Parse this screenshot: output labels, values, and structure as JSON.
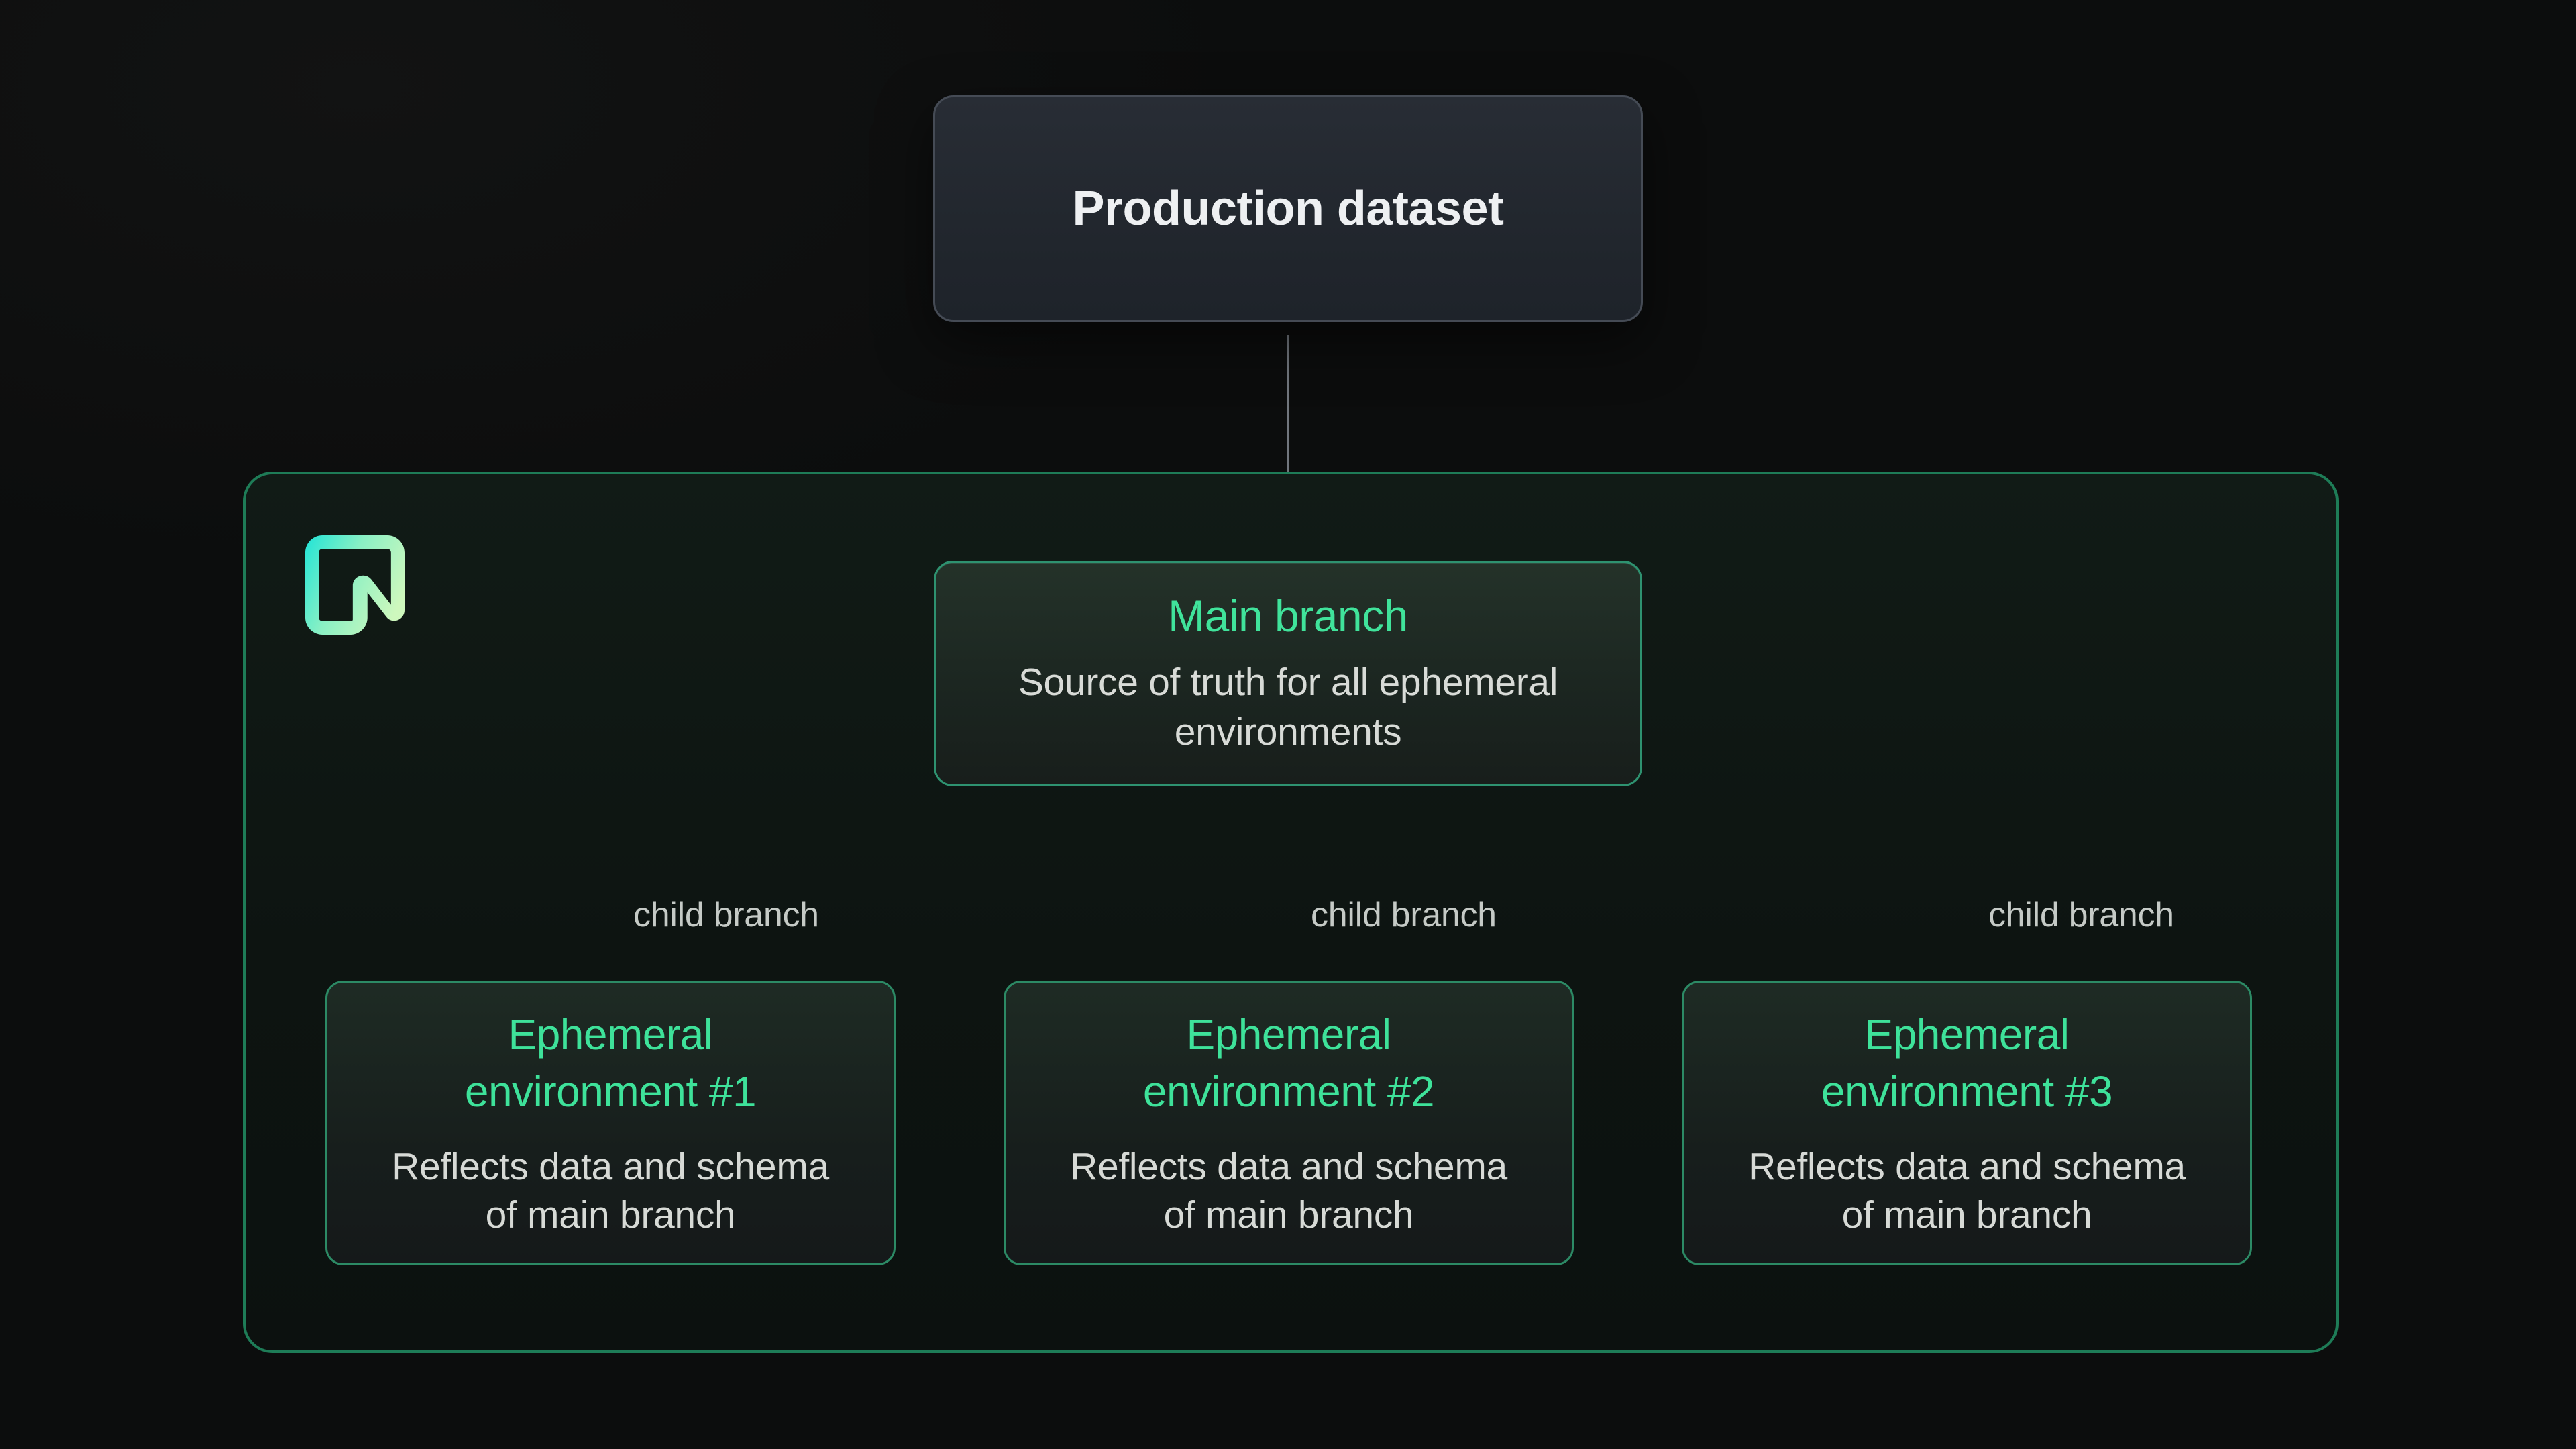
{
  "colors": {
    "page_background": "#0c0d0d",
    "accent_green": "#3ee29a",
    "env_box_border_green": "#2c8a65",
    "container_border_green": "#1e7c57",
    "main_box_border_green": "#2e9270",
    "production_box_border": "#454b55",
    "connector_gray": "#71767d",
    "body_text": "#d8dbd7",
    "child_label_text": "#c5cac6",
    "production_text": "#eef0f2",
    "logo_gradient_start": "#2ae5d5",
    "logo_gradient_mid": "#8af0c4",
    "logo_gradient_end": "#cef8bd"
  },
  "production_box": {
    "title": "Production dataset"
  },
  "main_branch_box": {
    "title": "Main branch",
    "description": "Source of truth for all ephemeral\nenvironments"
  },
  "connectors": {
    "child_labels": [
      "child branch",
      "child branch",
      "child branch"
    ]
  },
  "environment_boxes": [
    {
      "title": "Ephemeral\nenvironment #1",
      "description": "Reflects data and schema\nof main branch"
    },
    {
      "title": "Ephemeral\nenvironment #2",
      "description": "Reflects data and schema\nof main branch"
    },
    {
      "title": "Ephemeral\nenvironment #3",
      "description": "Reflects data and schema\nof main branch"
    }
  ]
}
